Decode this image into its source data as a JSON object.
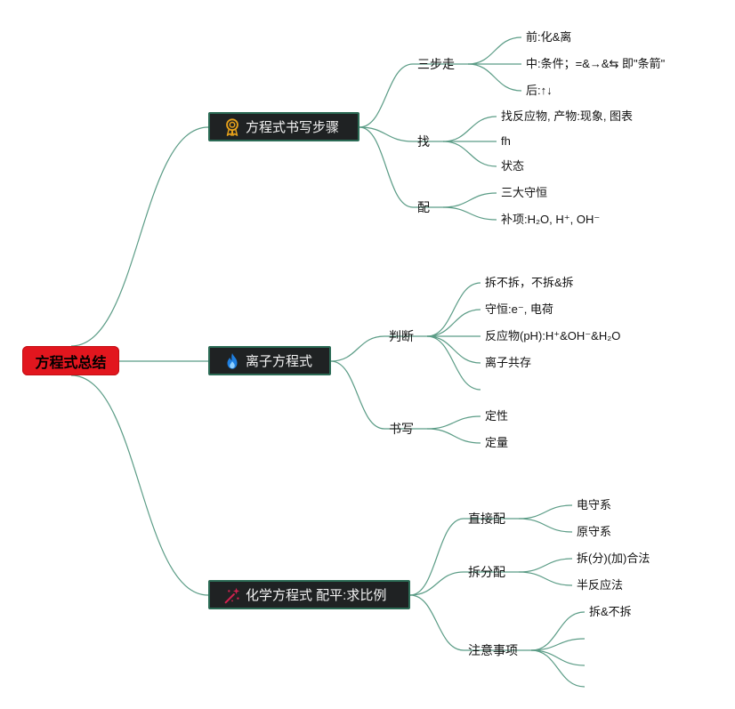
{
  "root": {
    "label": "方程式总结"
  },
  "branches": [
    {
      "label": "方程式书写步骤",
      "icon": "award-medal-icon",
      "children": [
        {
          "label": "三步走",
          "children": [
            "前:化&离",
            "中:条件；=&→&⇆ 即\"条箭\"",
            "后:↑↓"
          ]
        },
        {
          "label": "找",
          "children": [
            "找反应物, 产物:现象, 图表",
            "fh",
            "状态"
          ]
        },
        {
          "label": "配",
          "children": [
            "三大守恒",
            "补项:H₂O, H⁺, OH⁻"
          ]
        }
      ]
    },
    {
      "label": "离子方程式",
      "icon": "flame-icon",
      "children": [
        {
          "label": "判断",
          "children": [
            "拆不拆，不拆&拆",
            "守恒:e⁻, 电荷",
            "反应物(pH):H⁺&OH⁻&H₂O",
            "离子共存",
            ""
          ]
        },
        {
          "label": "书写",
          "children": [
            "定性",
            "定量"
          ]
        }
      ]
    },
    {
      "label": "化学方程式 配平:求比例",
      "icon": "sparkle-icon",
      "children": [
        {
          "label": "直接配",
          "children": [
            "电守系",
            "原守系"
          ]
        },
        {
          "label": "拆分配",
          "children": [
            "拆(分)(加)合法",
            "半反应法"
          ]
        },
        {
          "label": "注意事项",
          "children": [
            "拆&不拆",
            "",
            "",
            ""
          ]
        }
      ]
    }
  ],
  "colors": {
    "root_fill": "#e2161e",
    "topic_fill": "#1f2223",
    "topic_border": "#2b6b55",
    "line": "#5b9c86"
  }
}
